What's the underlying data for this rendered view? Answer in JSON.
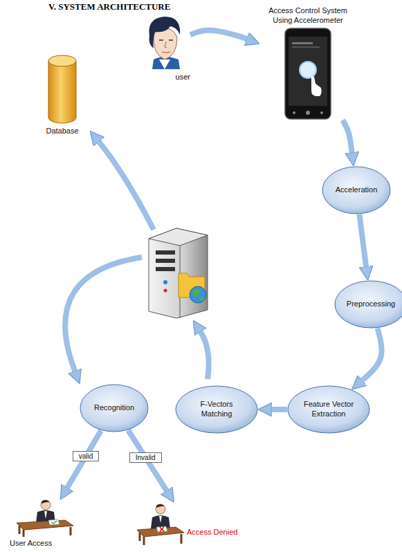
{
  "diagram": {
    "title": "V. SYSTEM ARCHITECTURE",
    "nodes": [
      {
        "text": [
          "user"
        ]
      },
      {
        "text": [
          "Access Control System Using Accelerometer"
        ]
      },
      {
        "text": [
          "Acceleration"
        ]
      },
      {
        "text": [
          "Preprocessing"
        ]
      },
      {
        "text": [
          "Feature Vector Extraction"
        ]
      },
      {
        "text": [
          "F-Vectors Matching"
        ]
      },
      {
        "text": [
          "Recognition"
        ]
      },
      {
        "text": [
          "Database"
        ]
      },
      {
        "text": [
          "User Access"
        ]
      },
      {
        "text": [
          "Access Denied"
        ]
      }
    ],
    "edges": [
      {
        "from": 0,
        "to": 1,
        "arrow": "to"
      },
      {
        "from": 1,
        "to": 2,
        "arrow": "to"
      },
      {
        "from": 2,
        "to": 3,
        "arrow": "to"
      },
      {
        "from": 3,
        "to": 4,
        "arrow": "to"
      },
      {
        "from": 4,
        "to": 5,
        "arrow": "to"
      },
      {
        "from": 6,
        "to": 8,
        "label": "valid",
        "arrow": "to"
      },
      {
        "from": 6,
        "to": 9,
        "label": "Invalid",
        "arrow": "to"
      }
    ]
  }
}
